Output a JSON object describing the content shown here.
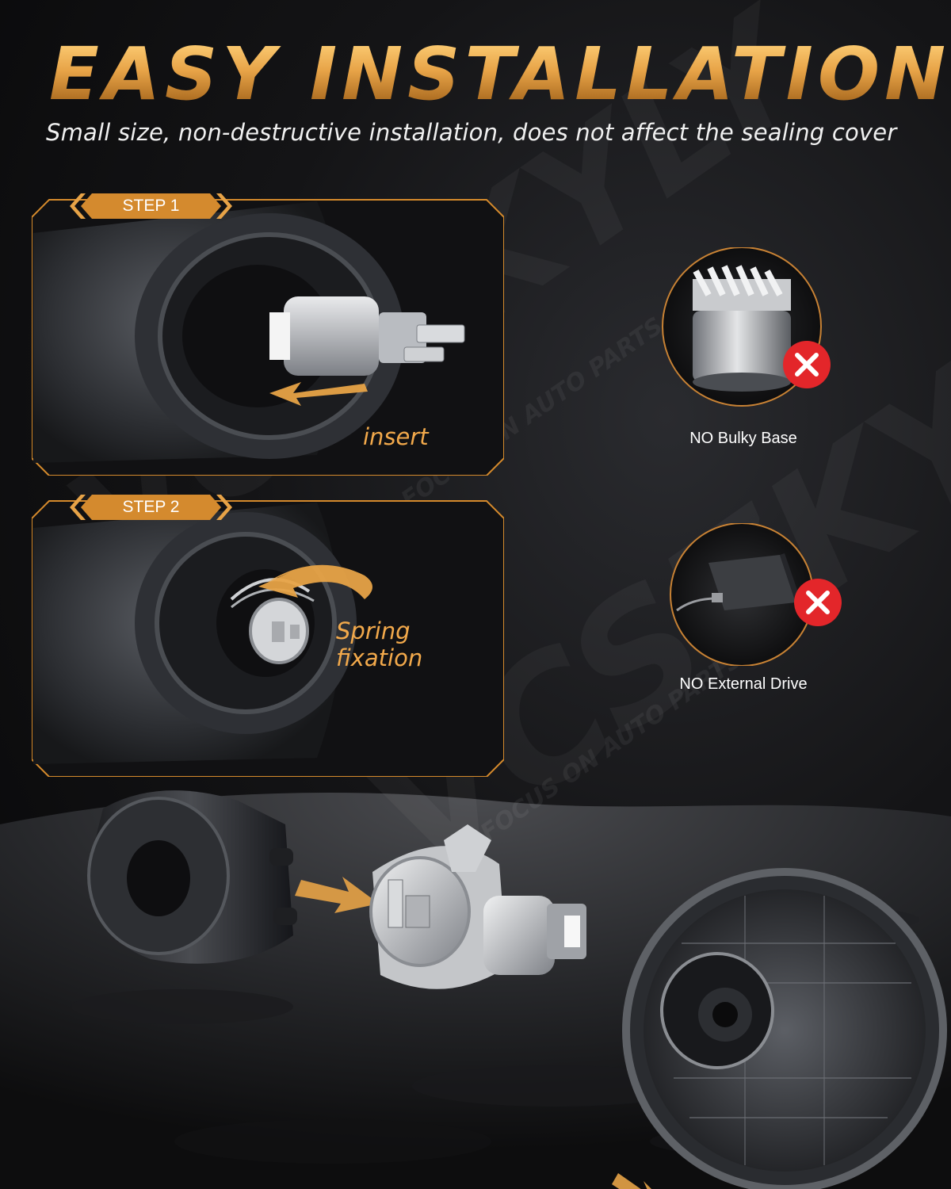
{
  "header": {
    "title": "EASY INSTALLATION",
    "subtitle": "Small size, non-destructive installation, does not affect the sealing cover"
  },
  "steps": [
    {
      "label": "STEP 1",
      "action": "insert",
      "icon": "arrow-left-icon"
    },
    {
      "label": "STEP 2",
      "action": "Spring fixation",
      "icon": "rotate-arrow-icon"
    }
  ],
  "comparisons": [
    {
      "label": "NO Bulky Base",
      "icon": "cross-icon"
    },
    {
      "label": "NO External Drive",
      "icon": "cross-icon"
    }
  ],
  "brand": {
    "watermark": "VCSZKYLY",
    "tagline": "FOCUS ON AUTO PARTS"
  },
  "colors": {
    "accent": "#e7a347",
    "cross_red": "#e3262a",
    "background": "#0a0a0b"
  }
}
